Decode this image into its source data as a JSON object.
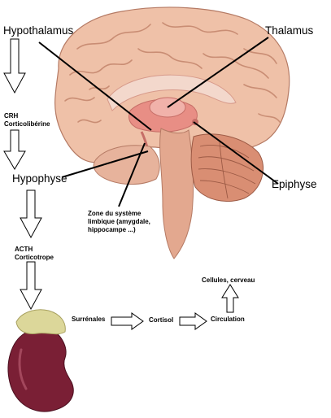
{
  "labels": {
    "hypothalamus": "Hypothalamus",
    "thalamus": "Thalamus",
    "hypophyse": "Hypophyse",
    "epiphyse": "Epiphyse",
    "crh_line1": "CRH",
    "crh_line2": "Corticolibérine",
    "limbic_line1": "Zone du système",
    "limbic_line2": "limbique (amygdale,",
    "limbic_line3": "hippocampe ...)",
    "acth_line1": "ACTH",
    "acth_line2": "Corticotrope",
    "cellules": "Cellules, cerveau",
    "surrenales": "Surrénales",
    "cortisol": "Cortisol",
    "circulation": "Circulation"
  },
  "colors": {
    "brain_skin": "#efc1a8",
    "brain_fold": "#c98d74",
    "inner_pink": "#e88e85",
    "cerebellum": "#d98e73",
    "adrenal_yellow": "#dcd79a",
    "kidney": "#7a1f35"
  }
}
